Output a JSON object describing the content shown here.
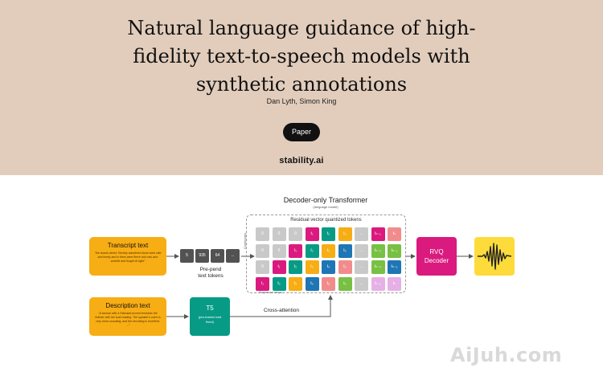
{
  "hero": {
    "title_lines": [
      "Natural language guidance of high-",
      "fidelity text-to-speech models with",
      "synthetic annotations"
    ],
    "authors": "Dan Lyth, Simon King",
    "paper_button": "Paper",
    "brand": "stability.ai",
    "background": "#e2cdbc"
  },
  "diagram": {
    "decoder_title": "Decoder-only Transformer",
    "decoder_subtitle": "(language model)",
    "rvq_label": "Residual vector quantized tokens",
    "codebooks_label": "Codebooks",
    "sequence_label": "Sequence steps",
    "transcript": {
      "title": "Transcript text",
      "text": "\"the woods where Timothy wandered alone were wild and lonely and in them were fierce bob cats who snarled and fought at night\""
    },
    "description": {
      "title": "Description text",
      "text": "\"A woman with a Pakistani accent enchants the listener with her loud reading. The speaker's voice is very close-sounding, and the recording is excellent, ...\""
    },
    "text_tokens": [
      "5",
      "935",
      "64",
      "..."
    ],
    "prepend_label_1": "Pre-pend",
    "prepend_label_2": "text tokens",
    "t5": {
      "title": "T5",
      "sub": "(pre-trained and fixed)"
    },
    "cross_attention": "Cross-attention",
    "rvq_decoder_1": "RVQ",
    "rvq_decoder_2": "Decoder",
    "grid_rows": [
      [
        {
          "t": "0",
          "c": "#c9c9c9"
        },
        {
          "t": "0",
          "c": "#c9c9c9"
        },
        {
          "t": "0",
          "c": "#c9c9c9"
        },
        {
          "t": "t₁",
          "c": "#da1a7e"
        },
        {
          "t": "t₂",
          "c": "#079b86"
        },
        {
          "t": "t₃",
          "c": "#f7ad14"
        },
        {
          "t": "...",
          "c": "#c9c9c9"
        },
        {
          "t": "tₙ₋₁",
          "c": "#da1a7e"
        },
        {
          "t": "tₙ",
          "c": "#f28c8c"
        }
      ],
      [
        {
          "t": "0",
          "c": "#c9c9c9"
        },
        {
          "t": "0",
          "c": "#c9c9c9"
        },
        {
          "t": "t₁",
          "c": "#da1a7e"
        },
        {
          "t": "t₂",
          "c": "#079b86"
        },
        {
          "t": "t₃",
          "c": "#f7ad14"
        },
        {
          "t": "t₄",
          "c": "#1e76b5"
        },
        {
          "t": "...",
          "c": "#c9c9c9"
        },
        {
          "t": "tₙ₋₂",
          "c": "#77c043"
        },
        {
          "t": "tₙ₋₁",
          "c": "#77c043"
        }
      ],
      [
        {
          "t": "0",
          "c": "#c9c9c9"
        },
        {
          "t": "t₁",
          "c": "#da1a7e"
        },
        {
          "t": "t₂",
          "c": "#079b86"
        },
        {
          "t": "t₃",
          "c": "#f7ad14"
        },
        {
          "t": "t₄",
          "c": "#1e76b5"
        },
        {
          "t": "t₅",
          "c": "#f28c8c"
        },
        {
          "t": "...",
          "c": "#c9c9c9"
        },
        {
          "t": "tₙ₋₃",
          "c": "#77c043"
        },
        {
          "t": "tₙ₋₂",
          "c": "#1e76b5"
        }
      ],
      [
        {
          "t": "t₁",
          "c": "#da1a7e"
        },
        {
          "t": "t₂",
          "c": "#079b86"
        },
        {
          "t": "t₃",
          "c": "#f7ad14"
        },
        {
          "t": "t₄",
          "c": "#1e76b5"
        },
        {
          "t": "t₅",
          "c": "#f28c8c"
        },
        {
          "t": "t₆",
          "c": "#77c043"
        },
        {
          "t": "...",
          "c": "#c9c9c9"
        },
        {
          "t": "tₙ₋₁",
          "c": "#e6b0e6"
        },
        {
          "t": "tₙ",
          "c": "#e6b0e6"
        }
      ]
    ],
    "colors": {
      "orange": "#f7ad14",
      "teal": "#079b86",
      "magenta": "#da1a7e",
      "yellow": "#fddb3a",
      "chip": "#525252"
    }
  },
  "watermark": "AiJuh.com"
}
